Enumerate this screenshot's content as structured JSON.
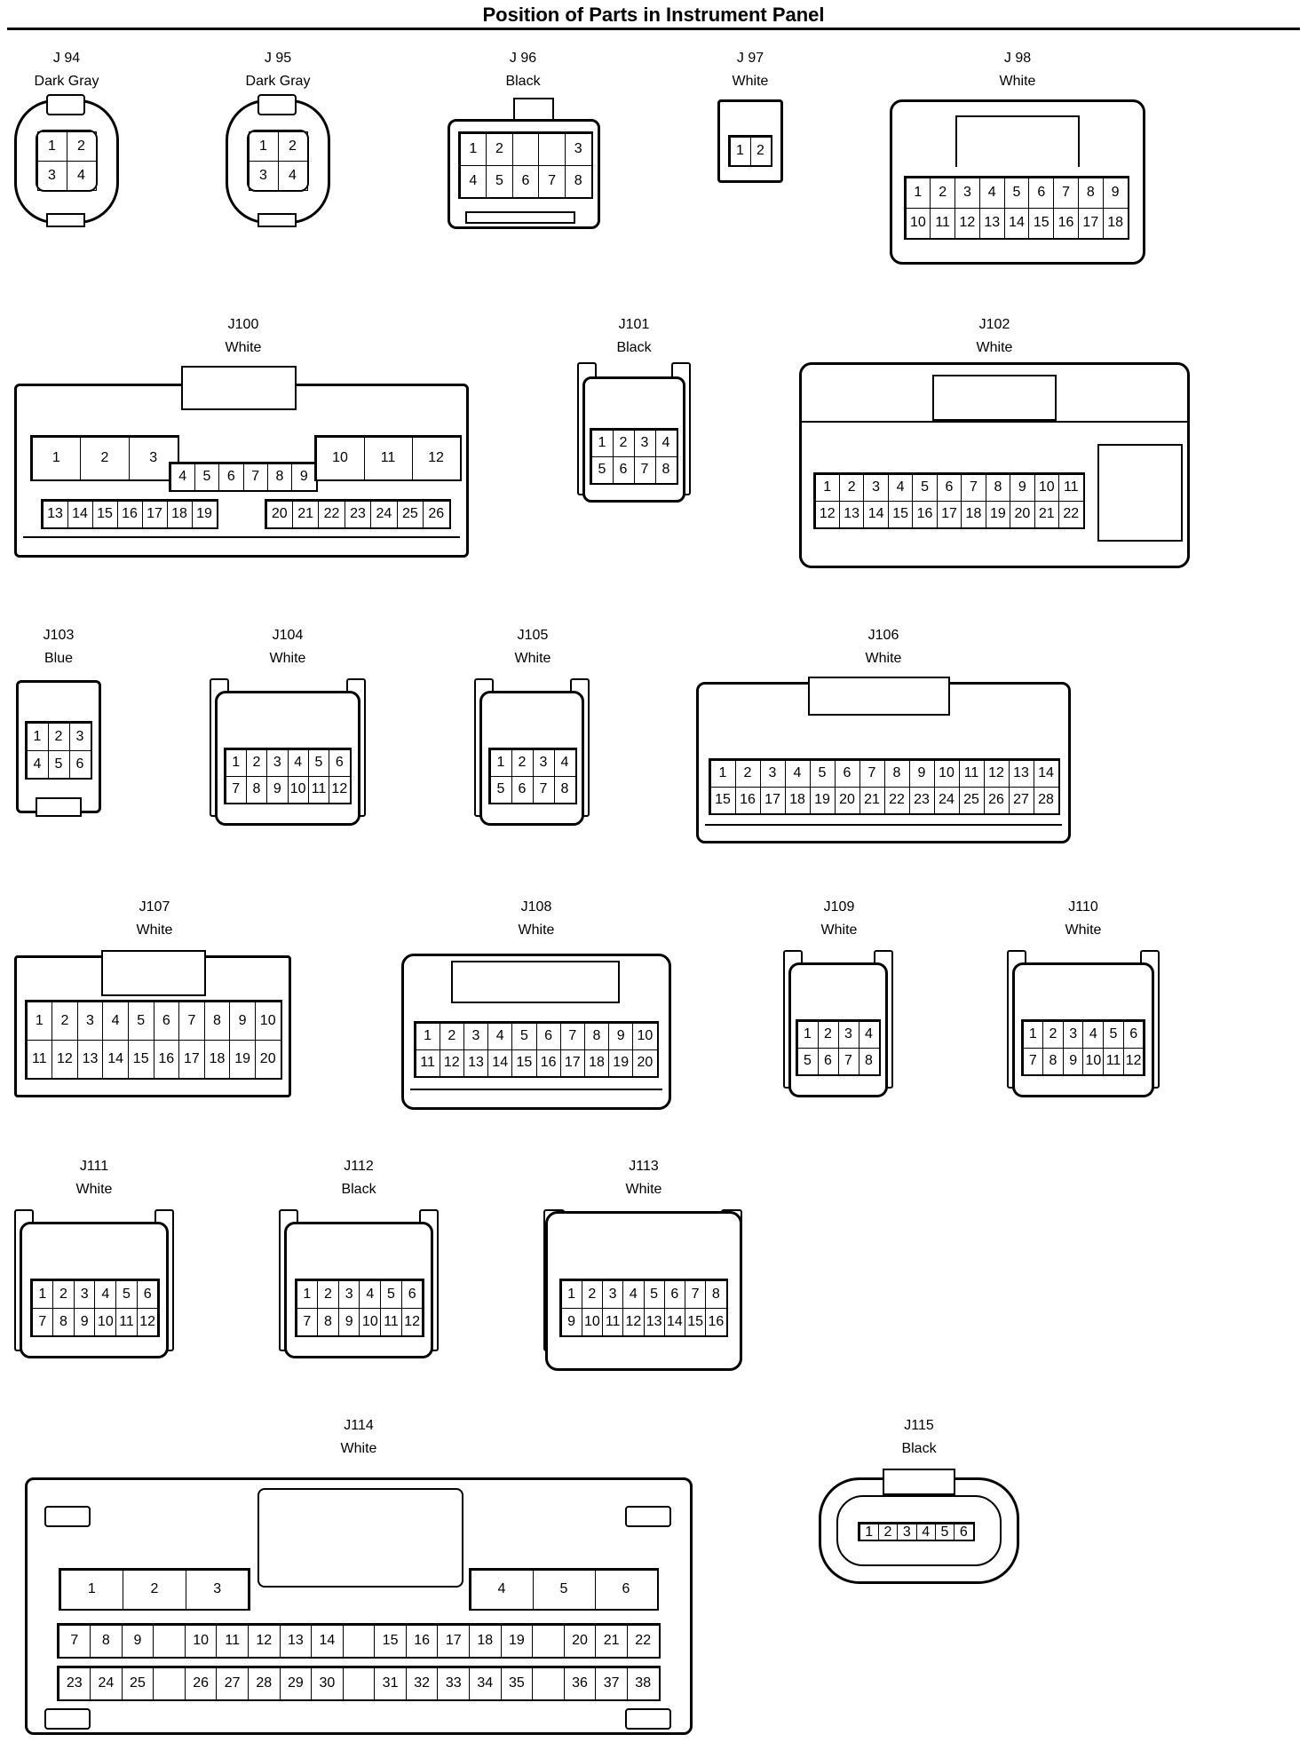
{
  "page": {
    "title": "Position of Parts in Instrument Panel"
  },
  "connectors": [
    {
      "id": "J94",
      "code": "J 94",
      "color": "Dark Gray",
      "rows": [
        [
          "1",
          "2"
        ],
        [
          "3",
          "4"
        ]
      ]
    },
    {
      "id": "J95",
      "code": "J 95",
      "color": "Dark Gray",
      "rows": [
        [
          "1",
          "2"
        ],
        [
          "3",
          "4"
        ]
      ]
    },
    {
      "id": "J96",
      "code": "J 96",
      "color": "Black",
      "rows": [
        [
          "1",
          "2",
          "",
          "",
          "3"
        ],
        [
          "4",
          "5",
          "6",
          "7",
          "8"
        ]
      ]
    },
    {
      "id": "J97",
      "code": "J 97",
      "color": "White",
      "rows": [
        [
          "1",
          "2"
        ]
      ]
    },
    {
      "id": "J98",
      "code": "J 98",
      "color": "White",
      "rows": [
        [
          "1",
          "2",
          "3",
          "4",
          "5",
          "6",
          "7",
          "8",
          "9"
        ],
        [
          "10",
          "11",
          "12",
          "13",
          "14",
          "15",
          "16",
          "17",
          "18"
        ]
      ]
    },
    {
      "id": "J100",
      "code": "J100",
      "color": "White",
      "rows": [
        [
          "1",
          "2",
          "3"
        ],
        [
          "4",
          "5",
          "6",
          "7",
          "8",
          "9"
        ],
        [
          "10",
          "11",
          "12"
        ],
        [
          "13",
          "14",
          "15",
          "16",
          "17",
          "18",
          "19"
        ],
        [
          "20",
          "21",
          "22",
          "23",
          "24",
          "25",
          "26"
        ]
      ]
    },
    {
      "id": "J101",
      "code": "J101",
      "color": "Black",
      "rows": [
        [
          "1",
          "2",
          "3",
          "4"
        ],
        [
          "5",
          "6",
          "7",
          "8"
        ]
      ]
    },
    {
      "id": "J102",
      "code": "J102",
      "color": "White",
      "rows": [
        [
          "1",
          "2",
          "3",
          "4",
          "5",
          "6",
          "7",
          "8",
          "9",
          "10",
          "11"
        ],
        [
          "12",
          "13",
          "14",
          "15",
          "16",
          "17",
          "18",
          "19",
          "20",
          "21",
          "22"
        ]
      ]
    },
    {
      "id": "J103",
      "code": "J103",
      "color": "Blue",
      "rows": [
        [
          "1",
          "2",
          "3"
        ],
        [
          "4",
          "5",
          "6"
        ]
      ]
    },
    {
      "id": "J104",
      "code": "J104",
      "color": "White",
      "rows": [
        [
          "1",
          "2",
          "3",
          "4",
          "5",
          "6"
        ],
        [
          "7",
          "8",
          "9",
          "10",
          "11",
          "12"
        ]
      ]
    },
    {
      "id": "J105",
      "code": "J105",
      "color": "White",
      "rows": [
        [
          "1",
          "2",
          "3",
          "4"
        ],
        [
          "5",
          "6",
          "7",
          "8"
        ]
      ]
    },
    {
      "id": "J106",
      "code": "J106",
      "color": "White",
      "rows": [
        [
          "1",
          "2",
          "3",
          "4",
          "5",
          "6",
          "7",
          "8",
          "9",
          "10",
          "11",
          "12",
          "13",
          "14"
        ],
        [
          "15",
          "16",
          "17",
          "18",
          "19",
          "20",
          "21",
          "22",
          "23",
          "24",
          "25",
          "26",
          "27",
          "28"
        ]
      ]
    },
    {
      "id": "J107",
      "code": "J107",
      "color": "White",
      "rows": [
        [
          "1",
          "2",
          "3",
          "4",
          "5",
          "6",
          "7",
          "8",
          "9",
          "10"
        ],
        [
          "11",
          "12",
          "13",
          "14",
          "15",
          "16",
          "17",
          "18",
          "19",
          "20"
        ]
      ]
    },
    {
      "id": "J108",
      "code": "J108",
      "color": "White",
      "rows": [
        [
          "1",
          "2",
          "3",
          "4",
          "5",
          "6",
          "7",
          "8",
          "9",
          "10"
        ],
        [
          "11",
          "12",
          "13",
          "14",
          "15",
          "16",
          "17",
          "18",
          "19",
          "20"
        ]
      ]
    },
    {
      "id": "J109",
      "code": "J109",
      "color": "White",
      "rows": [
        [
          "1",
          "2",
          "3",
          "4"
        ],
        [
          "5",
          "6",
          "7",
          "8"
        ]
      ]
    },
    {
      "id": "J110",
      "code": "J110",
      "color": "White",
      "rows": [
        [
          "1",
          "2",
          "3",
          "4",
          "5",
          "6"
        ],
        [
          "7",
          "8",
          "9",
          "10",
          "11",
          "12"
        ]
      ]
    },
    {
      "id": "J111",
      "code": "J111",
      "color": "White",
      "rows": [
        [
          "1",
          "2",
          "3",
          "4",
          "5",
          "6"
        ],
        [
          "7",
          "8",
          "9",
          "10",
          "11",
          "12"
        ]
      ]
    },
    {
      "id": "J112",
      "code": "J112",
      "color": "Black",
      "rows": [
        [
          "1",
          "2",
          "3",
          "4",
          "5",
          "6"
        ],
        [
          "7",
          "8",
          "9",
          "10",
          "11",
          "12"
        ]
      ]
    },
    {
      "id": "J113",
      "code": "J113",
      "color": "White",
      "rows": [
        [
          "1",
          "2",
          "3",
          "4",
          "5",
          "6",
          "7",
          "8"
        ],
        [
          "9",
          "10",
          "11",
          "12",
          "13",
          "14",
          "15",
          "16"
        ]
      ]
    },
    {
      "id": "J114",
      "code": "J114",
      "color": "White",
      "rows": [
        [
          "1",
          "2",
          "3"
        ],
        [
          "4",
          "5",
          "6"
        ],
        [
          "7",
          "8",
          "9",
          "",
          "10",
          "11",
          "12",
          "13",
          "14",
          "",
          "15",
          "16",
          "17",
          "18",
          "19",
          "",
          "20",
          "21",
          "22"
        ],
        [
          "23",
          "24",
          "25",
          "",
          "26",
          "27",
          "28",
          "29",
          "30",
          "",
          "31",
          "32",
          "33",
          "34",
          "35",
          "",
          "36",
          "37",
          "38"
        ]
      ]
    },
    {
      "id": "J115",
      "code": "J115",
      "color": "Black",
      "rows": [
        [
          "1",
          "2",
          "3",
          "4",
          "5",
          "6"
        ]
      ]
    }
  ]
}
